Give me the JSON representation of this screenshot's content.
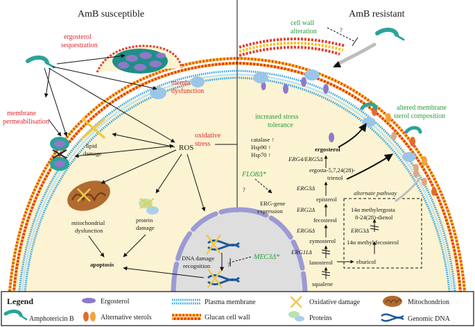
{
  "headers": {
    "left": "AmB susceptible",
    "right": "AmB resistant"
  },
  "labels": {
    "ergosterol_sequestration_1": "ergosterol",
    "ergosterol_sequestration_2": "sequestration",
    "membrane_dysfunction_1": "membrane",
    "membrane_dysfunction_2": "dysfunction",
    "membrane_permeabilisation_1": "membrane",
    "membrane_permeabilisation_2": "permeabilisation",
    "oxidative_stress_1": "oxidative",
    "oxidative_stress_2": "stress",
    "lipid_damage_1": "lipid",
    "lipid_damage_2": "damage",
    "ros": "ROS",
    "mito_dysfunction_1": "mitochondrial",
    "mito_dysfunction_2": "dysfunction",
    "protein_damage_1": "protein",
    "protein_damage_2": "damage",
    "apoptosis": "apoptosis",
    "dna_damage_1": "DNA damage",
    "dna_damage_2": "recognition",
    "mec3": "MEC3Δ*",
    "cell_wall_1": "cell wall",
    "cell_wall_2": "alteration",
    "question": "?",
    "stress_tol_1": "increased stress",
    "stress_tol_2": "tolerance",
    "catalase": "catalase ↑",
    "hsp90": "Hsp90 ↑",
    "hsp70": "Hsp70 ↑",
    "flo8": "FLO8Δ*",
    "erg_expr_1": "ERG-gene",
    "erg_expr_2": "expression",
    "altered_1": "altered membrane",
    "altered_2": "sterol composition",
    "ergosterol": "ergosterol",
    "erg4_erg5": "ERG4/ERG5Δ",
    "trienol_1": "ergosta-5,7,24(28)-",
    "trienol_2": "trienol",
    "erg3": "ERG3Δ",
    "episterol": "episterol",
    "erg2": "ERG2Δ",
    "fecosterol": "fecosterol",
    "erg6": "ERG6Δ",
    "zymosterol": "zymosterol",
    "erg11": "ERG11Δ",
    "lanosterol": "lanosterol",
    "eburicol": "eburicol",
    "squalene": "squalene",
    "alt_pathway": "alternate pathway",
    "methylergosta_1": "14α methylergosta",
    "methylergosta_2": "8-24(28)-dienol",
    "erg3_alt": "ERG3Δ",
    "methyl_fecosterol": "14α methyl fecosterol"
  },
  "legend": {
    "title": "Legend",
    "items": [
      "Amphotericin B",
      "Ergosterol",
      "Alternative sterols",
      "Plasma membrane",
      "Glucan cell wall",
      "Oxidative damage",
      "Proteins",
      "Mitochondrion",
      "Genomic DNA"
    ]
  },
  "colors": {
    "red_label": "#e0262c",
    "green_label": "#2a9a3c",
    "cytoplasm": "#fbf3d2",
    "membrane_blue": "#3aa3db",
    "cell_wall_red": "#e53b2c",
    "cell_wall_yellow": "#f6c11c",
    "amb_teal": "#2aa39a",
    "ergosterol_purple": "#8f79c8",
    "mitochondrion_brown": "#b26a2f",
    "nucleus_gray": "#dedede",
    "nuclear_envelope": "#9b9ad4",
    "dna_blue": "#1f5a9a",
    "damage_yellow": "#f1c84a"
  }
}
